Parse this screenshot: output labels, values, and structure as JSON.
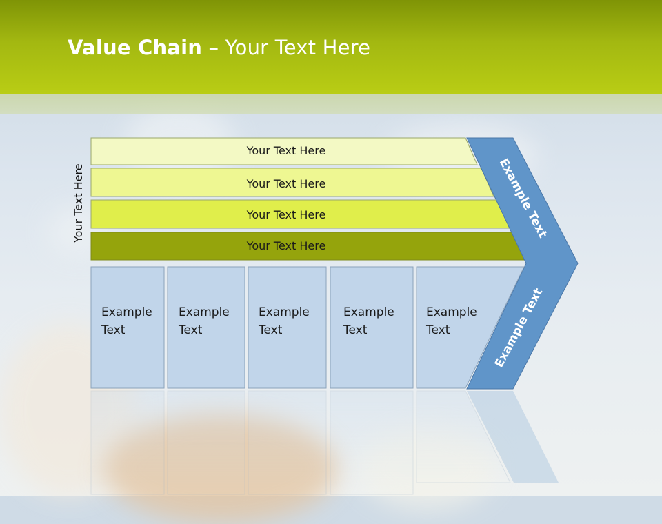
{
  "title": {
    "bold": "Value Chain",
    "rest": " – Your Text Here"
  },
  "side_label": "Your Text Here",
  "bars": [
    {
      "label": "Your Text Here",
      "fill": "#f3f9c4"
    },
    {
      "label": "Your Text Here",
      "fill": "#eef792"
    },
    {
      "label": "Your Text Here",
      "fill": "#e0ee4b"
    },
    {
      "label": "Your Text Here",
      "fill": "#95a40c"
    }
  ],
  "boxes": [
    {
      "line1": "Example",
      "line2": "Text"
    },
    {
      "line1": "Example",
      "line2": "Text"
    },
    {
      "line1": "Example",
      "line2": "Text"
    },
    {
      "line1": "Example",
      "line2": "Text"
    },
    {
      "line1": "Example",
      "line2": "Text"
    }
  ],
  "chevron": {
    "upper_label": "Example Text",
    "lower_label": "Example Text",
    "fill": "#6095c9"
  },
  "colors": {
    "header": "#a3b811",
    "box_fill": "#c1d5ea",
    "box_stroke": "#8aa2bb"
  }
}
